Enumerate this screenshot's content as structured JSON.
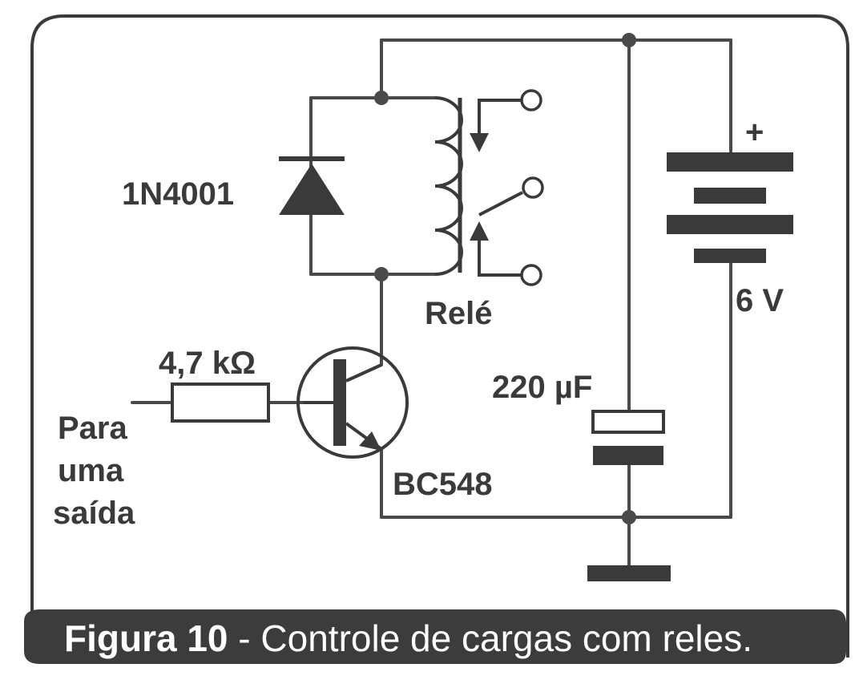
{
  "labels": {
    "diode": "1N4001",
    "relay": "Relé",
    "resistor": "4,7 kΩ",
    "input_line1": "Para",
    "input_line2": "uma",
    "input_line3": "saída",
    "transistor": "BC548",
    "capacitor": "220 µF",
    "battery_plus": "+",
    "battery_voltage": "6 V"
  },
  "caption": {
    "figure": "Figura 10",
    "separator": " - ",
    "text": "Controle de cargas com reles."
  },
  "colors": {
    "ink": "#3a3a3a",
    "wire": "#4a4a4a",
    "caption_bg": "#3c3c3c",
    "caption_text": "#ffffff"
  }
}
